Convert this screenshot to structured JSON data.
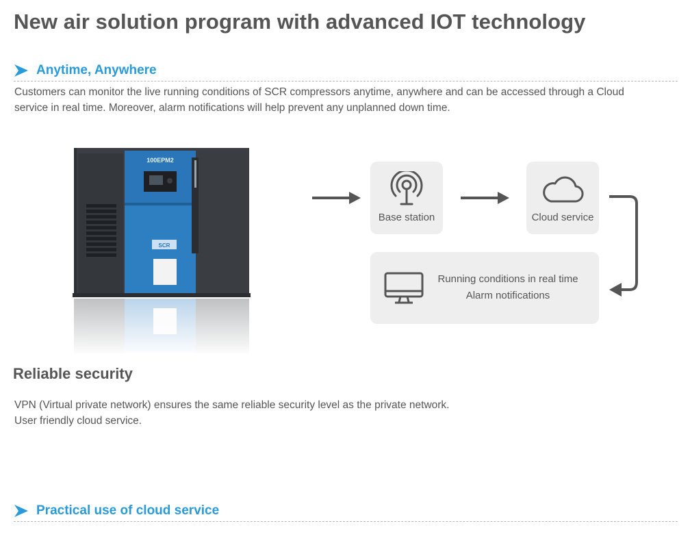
{
  "page": {
    "title": "New air solution program with advanced IOT technology"
  },
  "anytime": {
    "heading": "Anytime, Anywhere",
    "line1": "Customers can monitor the live running conditions of SCR compressors anytime, anywhere and can be accessed through a Cloud",
    "line2": "service in real time. Moreover, alarm notifications will help prevent any unplanned down time."
  },
  "compressor": {
    "model_label": "100EPM2",
    "brand_label": "SCR"
  },
  "diagram": {
    "base_station": "Base station",
    "cloud_service": "Cloud service",
    "status_line1": "Running conditions in real time",
    "status_line2": "Alarm notifications",
    "icons": [
      "antenna-icon",
      "cloud-icon",
      "monitor-icon",
      "arrow-right-icon",
      "return-arrow-icon"
    ]
  },
  "security": {
    "heading": "Reliable security",
    "line1": "VPN (Virtual private network) ensures the same reliable security level as the private network.",
    "line2": "User friendly cloud service."
  },
  "practical": {
    "heading": "Practical use of cloud service"
  },
  "colors": {
    "accent": "#2a9ad9",
    "text": "#555555",
    "box": "#eeeeee",
    "arrow": "#555555",
    "compressor_blue": "#2a76b8"
  }
}
